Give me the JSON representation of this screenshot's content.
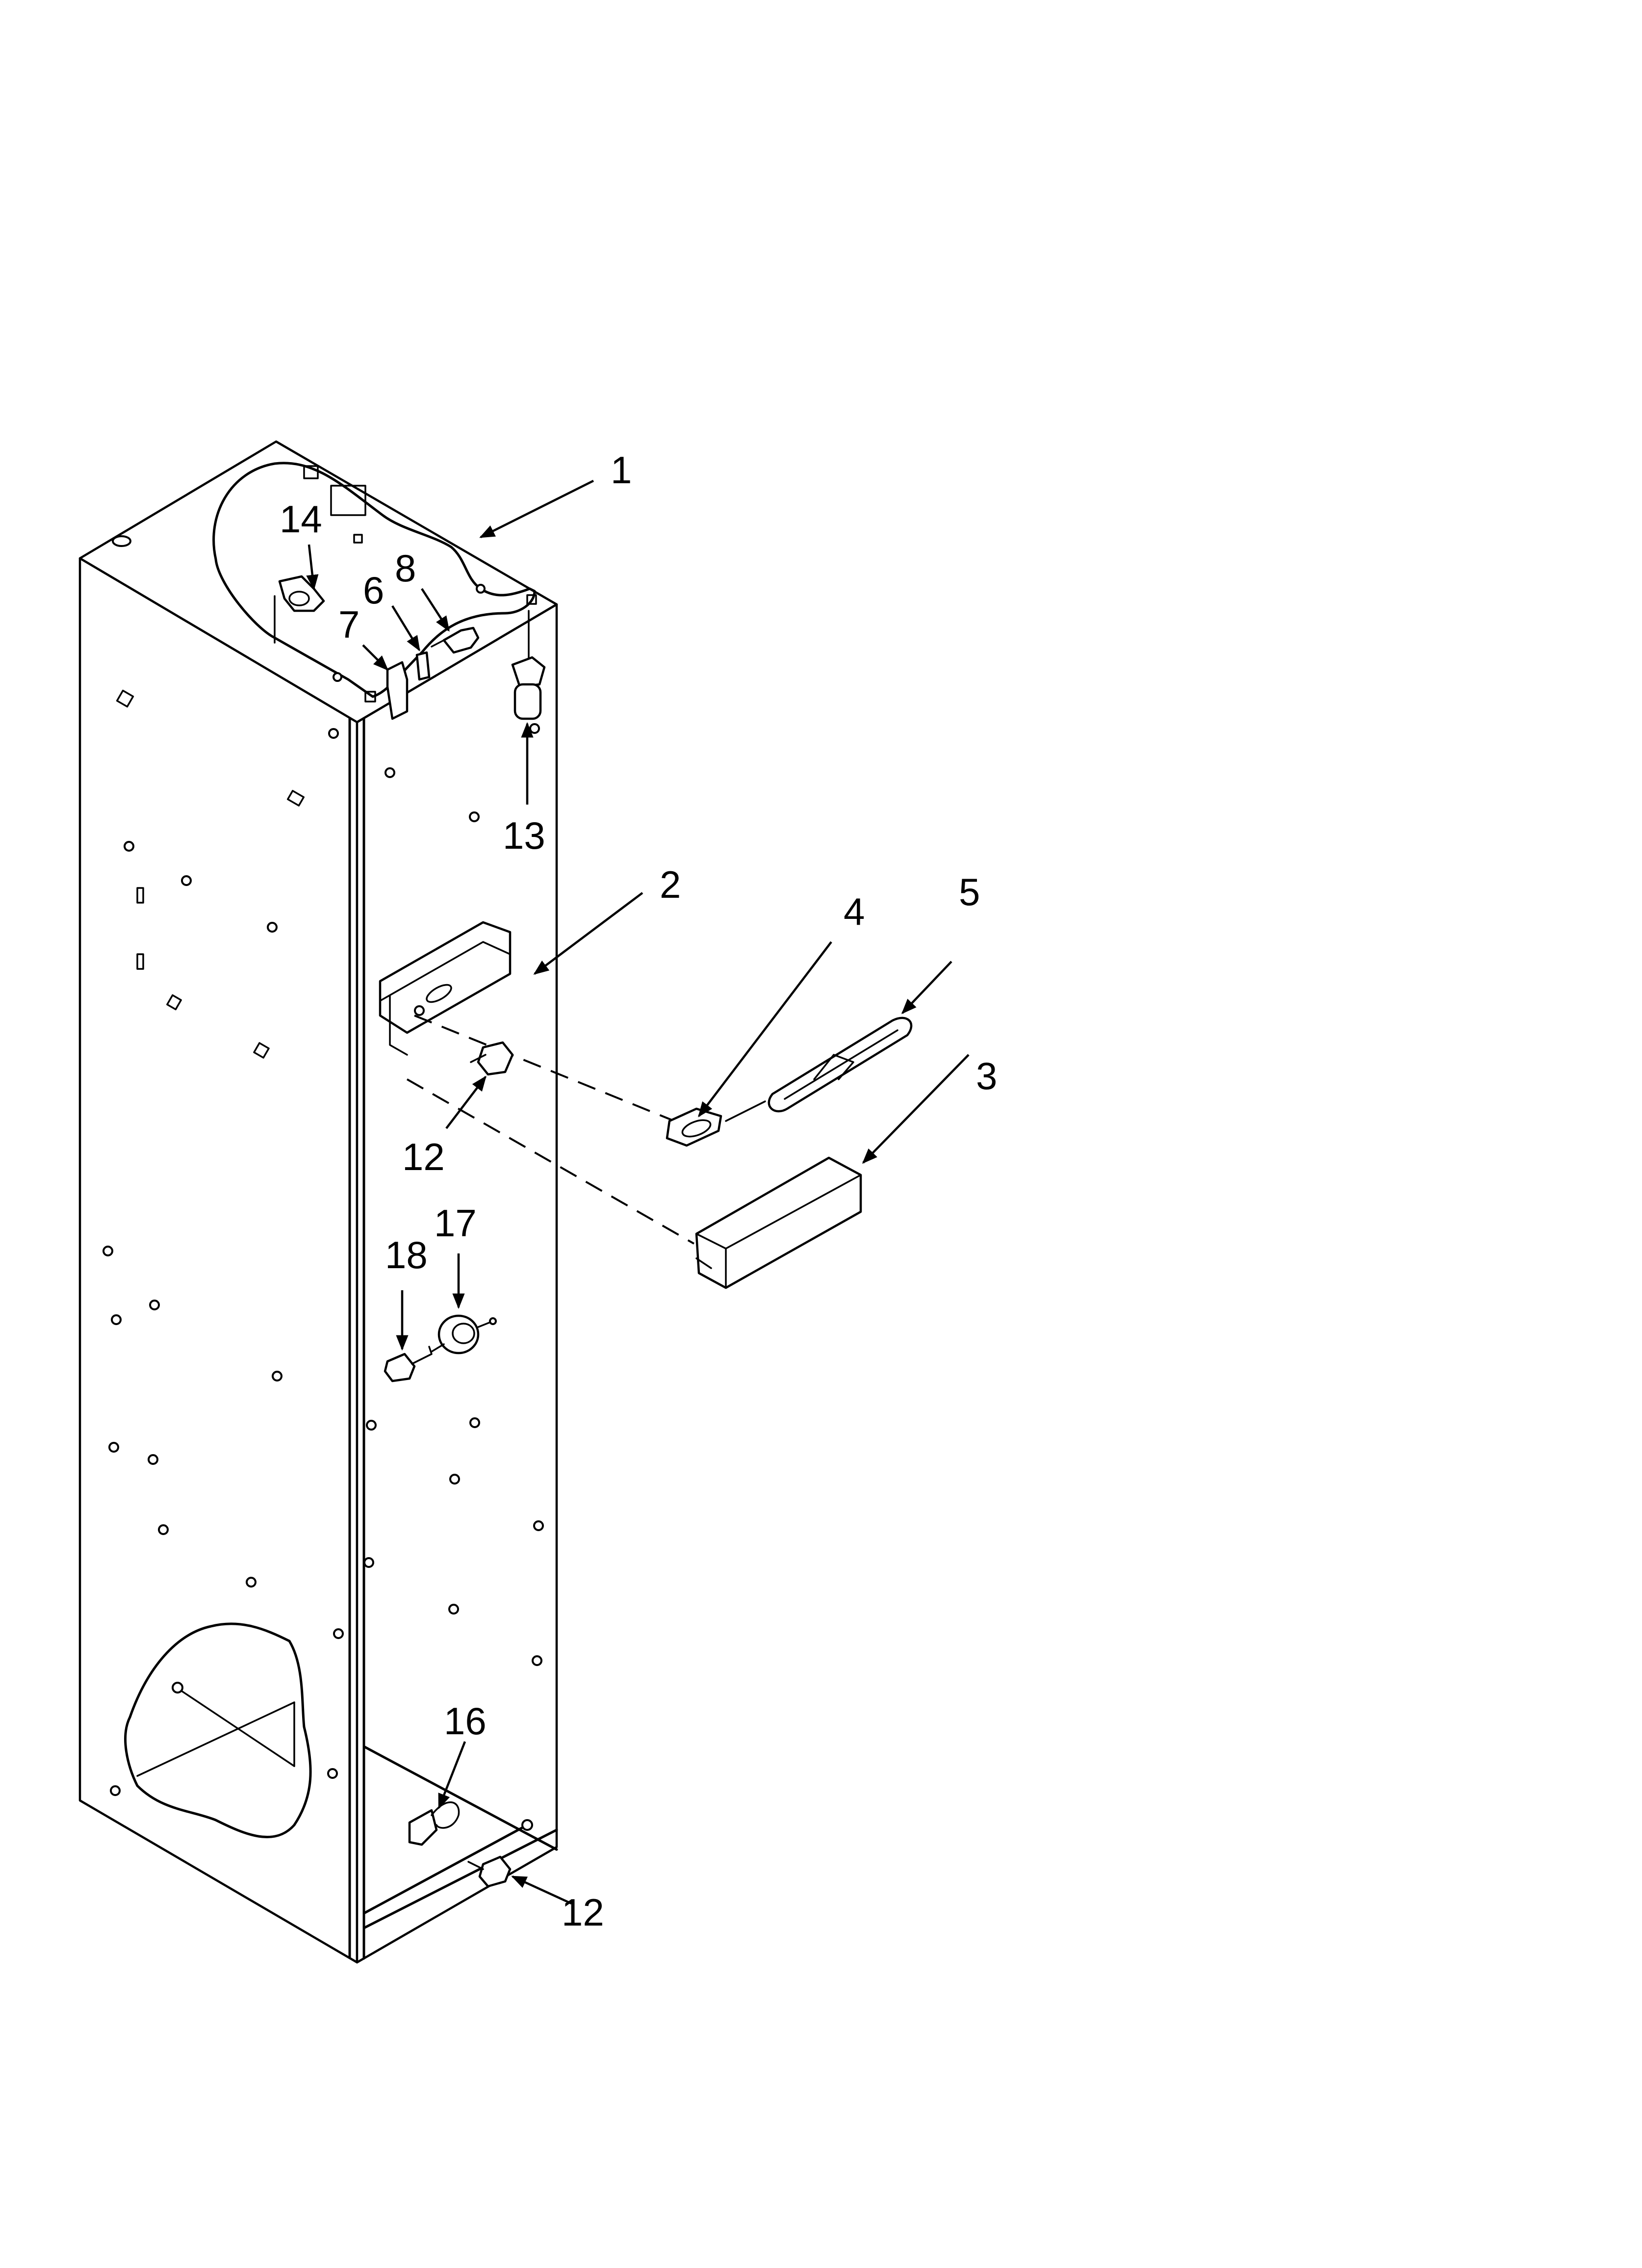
{
  "diagram": {
    "callouts": [
      {
        "id": "c1",
        "label": "1"
      },
      {
        "id": "c2",
        "label": "2"
      },
      {
        "id": "c3",
        "label": "3"
      },
      {
        "id": "c4",
        "label": "4"
      },
      {
        "id": "c5",
        "label": "5"
      },
      {
        "id": "c6",
        "label": "6"
      },
      {
        "id": "c7",
        "label": "7"
      },
      {
        "id": "c8",
        "label": "8"
      },
      {
        "id": "c12a",
        "label": "12"
      },
      {
        "id": "c12b",
        "label": "12"
      },
      {
        "id": "c13",
        "label": "13"
      },
      {
        "id": "c14",
        "label": "14"
      },
      {
        "id": "c16",
        "label": "16"
      },
      {
        "id": "c17",
        "label": "17"
      },
      {
        "id": "c18",
        "label": "18"
      }
    ]
  }
}
